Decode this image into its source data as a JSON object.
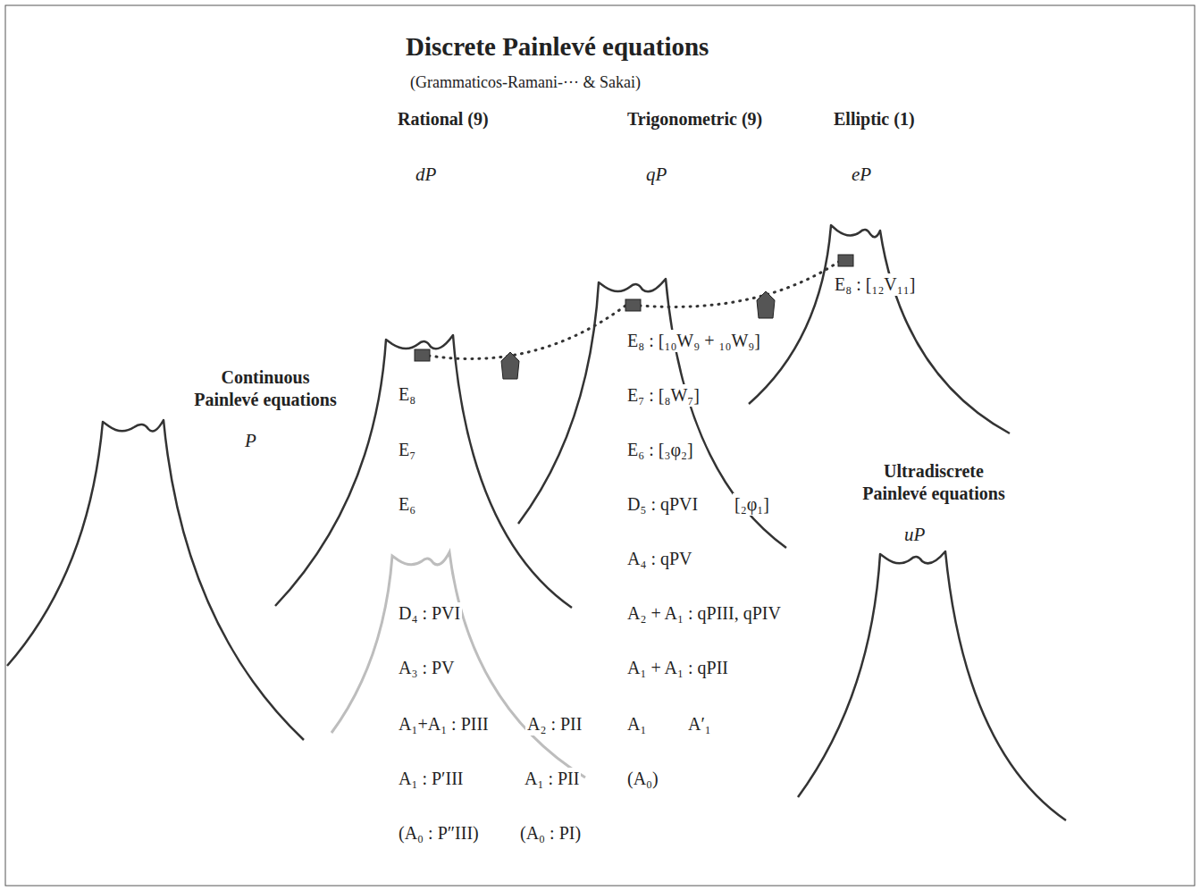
{
  "diagram": {
    "title": "Discrete Painlevé equations",
    "labels": [
      "(Grammaticos-Ramani-··· & Sakai)",
      "Rational (9)",
      "Trigonometric (9)",
      "Elliptic (1)",
      "dP",
      "qP",
      "eP",
      "Continuous Painlevé equations",
      "P",
      "E₈",
      "E₇",
      "E₆",
      "D₄ : PVI",
      "A₃ : PV",
      "A₁+A₁ : PIII",
      "A₂ : PII",
      "A₁ : P′III",
      "A₁ : PII",
      "(A₀ : P″III)",
      "(A₀ : PI)",
      "E₈ : [₁₀W₉ + ₁₀W₉]",
      "E₇ : [₈W₇]",
      "E₆ : [₃φ₂]",
      "D₅ : qPVI",
      "[₂φ₁]",
      "A₄ : qPV",
      "A₂ + A₁ : qPIII, qPIV",
      "A₁ + A₁ : qPII",
      "A₁",
      "A′₁",
      "(A₀)",
      "E₈ : [₁₂V₁₁]",
      "Ultradiscrete Painlevé equations",
      "uP"
    ]
  }
}
